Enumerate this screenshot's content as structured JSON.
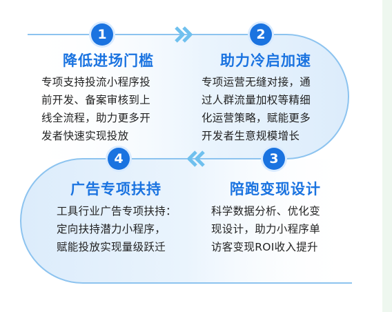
{
  "steps": [
    {
      "number": "1",
      "title": "降低进场门槛",
      "desc_lines": [
        "专项支持投流小程序投",
        "前开发、备案审核到上",
        "线全流程，助力更多开",
        "发者快速实现投放"
      ]
    },
    {
      "number": "2",
      "title": "助力冷启加速",
      "desc_lines": [
        "专项运营无缝对接，通",
        "过人群流量加权等精细",
        "化运营策略，赋能更多",
        "开发者生意规模增长"
      ]
    },
    {
      "number": "3",
      "title": "陪跑变现设计",
      "desc_lines": [
        "科学数据分析、优化变",
        "现设计，助力小程序单",
        "访客变现ROI收入提升"
      ]
    },
    {
      "number": "4",
      "title": "广告专项扶持",
      "desc_lines": [
        "工具行业广告专项扶持：",
        "定向扶持潜力小程序，",
        "赋能投放实现量级跃迁"
      ]
    }
  ],
  "colors": {
    "accent": "#1a73e0",
    "line": "#8cc3ef",
    "panel": "#e8f3fd",
    "chevron": "#6fc0ee"
  },
  "icons": {
    "top_arrow": "double-chevron-right-icon",
    "bottom_arrow": "double-chevron-left-icon"
  }
}
